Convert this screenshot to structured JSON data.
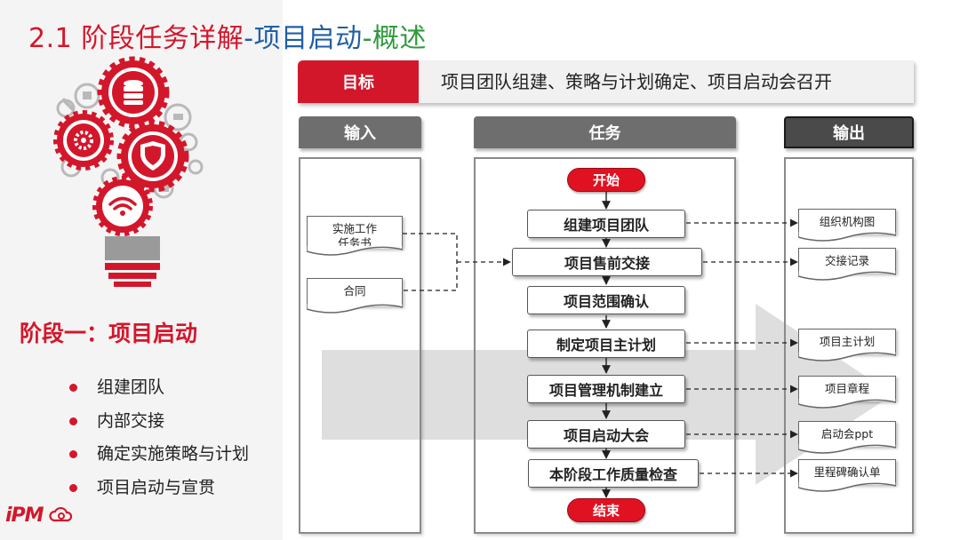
{
  "header": {
    "title_prefix": "2.1 阶段任务详解",
    "title_dash1": "-",
    "title_mid": "项目启动",
    "title_dash2": "-",
    "title_suffix": "概述"
  },
  "colors": {
    "red": "#d3172b",
    "blue": "#1f5fa8",
    "green": "#2e9a3c",
    "column_header_gray": "#6e6e6e",
    "column_header_dark": "#4a4a4a",
    "arrow_gray": "#dedede"
  },
  "left": {
    "stage_heading": "阶段一：项目启动",
    "bullets": [
      "组建团队",
      "内部交接",
      "确定实施策略与计划",
      "项目启动与宣贯"
    ],
    "logo_text": "iPM",
    "illustration_icons": [
      "lightbulb-icon",
      "gear-icon",
      "database-icon",
      "shield-icon",
      "wifi-icon",
      "home-icon",
      "wrench-icon"
    ]
  },
  "goal": {
    "label": "目标",
    "text": "项目团队组建、策略与计划确定、项目启动会召开"
  },
  "columns": {
    "input": "输入",
    "task": "任务",
    "output": "输出"
  },
  "inputs": [
    "实施工作任务书",
    "合同"
  ],
  "flow": {
    "start": "开始",
    "end": "结束",
    "tasks": [
      "组建项目团队",
      "项目售前交接",
      "项目范围确认",
      "制定项目主计划",
      "项目管理机制建立",
      "项目启动大会",
      "本阶段工作质量检查"
    ]
  },
  "outputs": [
    "组织机构图",
    "交接记录",
    "项目主计划",
    "项目章程",
    "启动会ppt",
    "里程碑确认单"
  ]
}
